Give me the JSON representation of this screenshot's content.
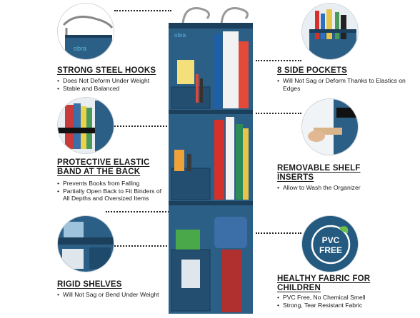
{
  "brand_logo_text": "obra",
  "features": [
    {
      "title": "STRONG STEEL HOOKS",
      "bullets": [
        "Does Not Deform Under Weight",
        "Stable and Balanced"
      ]
    },
    {
      "title": "PROTECTIVE ELASTIC BAND AT THE BACK",
      "bullets": [
        "Prevents Books from Falling",
        "Partially Open Back to Fit Binders of All Depths and Oversized Items"
      ]
    },
    {
      "title": "RIGID SHELVES",
      "bullets": [
        "Will Not Sag or Bend Under Weight"
      ]
    },
    {
      "title": "8 SIDE POCKETS",
      "bullets": [
        "Will Not Sag or Deform Thanks to Elastics on Edges"
      ]
    },
    {
      "title": "REMOVABLE SHELF INSERTS",
      "bullets": [
        "Allow to Wash the Organizer"
      ]
    },
    {
      "title": "HEALTHY FABRIC FOR CHILDREN",
      "bullets": [
        "PVC Free, No Chemical Smell",
        "Strong, Tear Resistant Fabric"
      ]
    }
  ],
  "badge": {
    "line1": "PVC",
    "line2": "FREE"
  },
  "colors": {
    "fabric": "#2c5f86",
    "fabric_dark": "#1c3f5c",
    "accent_green": "#6cc04a"
  }
}
